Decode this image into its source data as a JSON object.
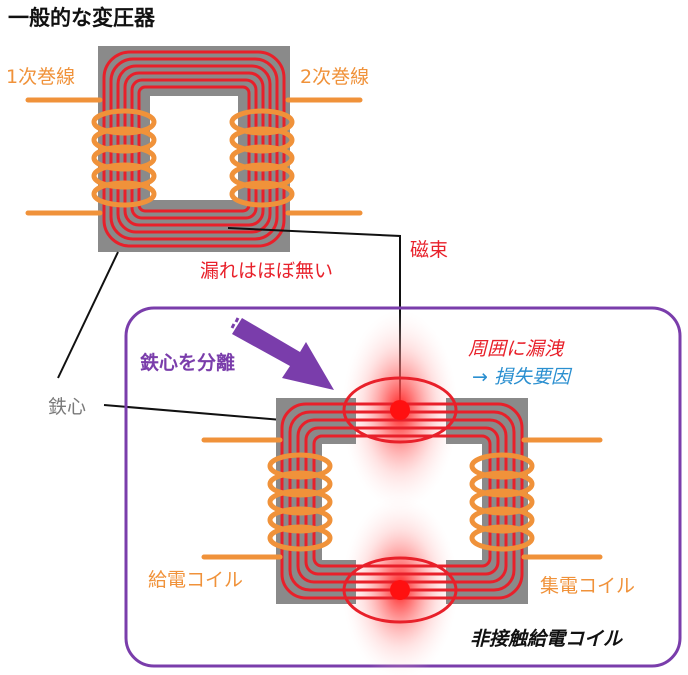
{
  "title": "一般的な変圧器",
  "labels": {
    "primary_winding": "1次巻線",
    "secondary_winding": "2次巻線",
    "magnetic_flux": "磁束",
    "almost_no_leak": "漏れはほぼ無い",
    "separate_core": "鉄心を分離",
    "core": "鉄心",
    "leak_surroundings": "周囲に漏洩",
    "loss_cause": "→ 損失要因",
    "feed_coil": "給電コイル",
    "receive_coil": "集電コイル",
    "contactless_coil": "非接触給電コイル"
  },
  "colors": {
    "core_gray": "#8a8a8a",
    "flux_red": "#e8202a",
    "coil_orange": "#f0923a",
    "frame_purple": "#7a3dab",
    "arrow_purple": "#7a3dab",
    "blue_text": "#2a8fd0"
  }
}
